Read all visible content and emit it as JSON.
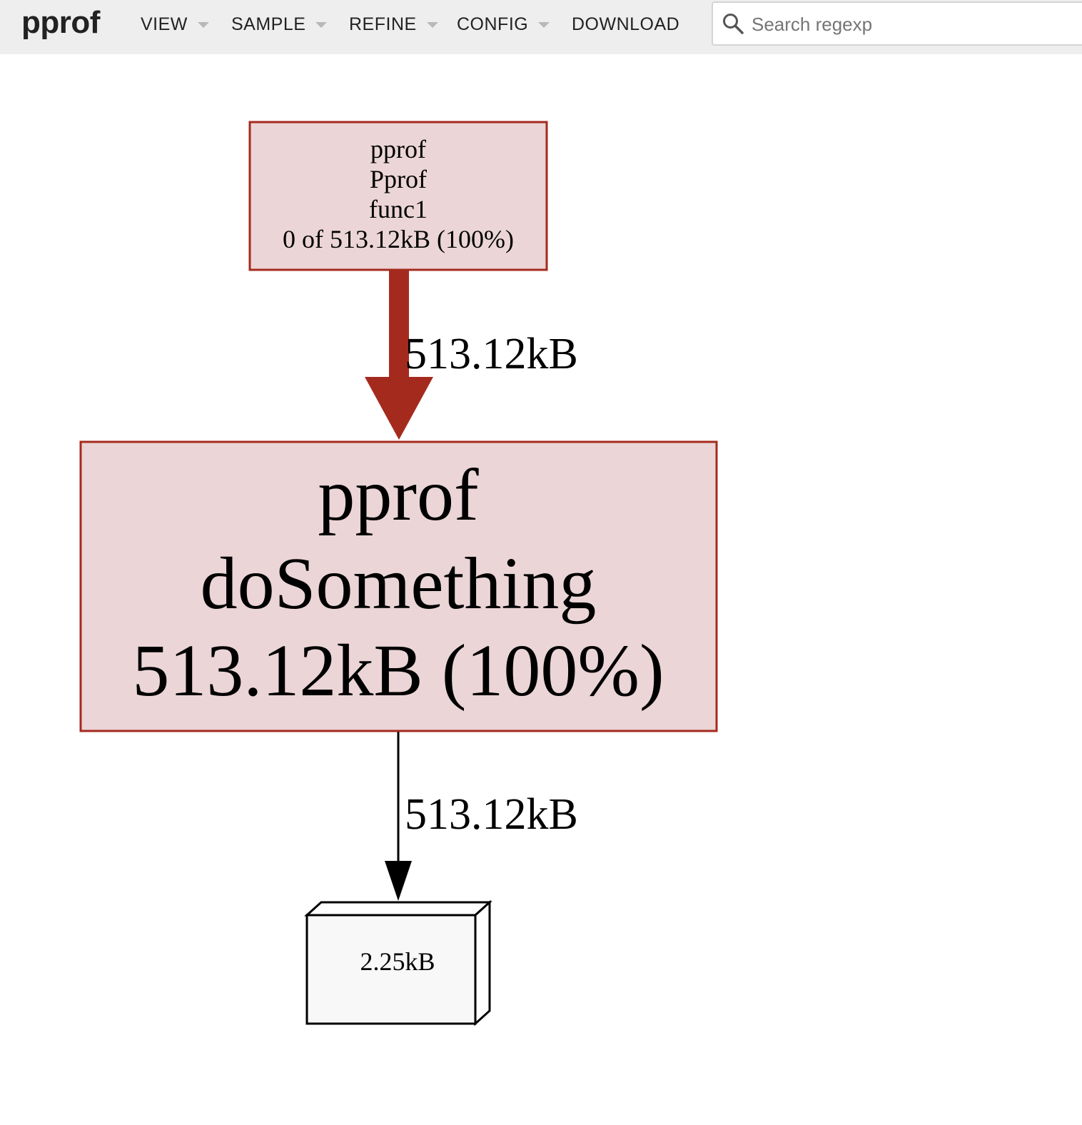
{
  "header": {
    "logo": "pprof",
    "menu": [
      {
        "label": "VIEW",
        "has_dropdown": true
      },
      {
        "label": "SAMPLE",
        "has_dropdown": true
      },
      {
        "label": "REFINE",
        "has_dropdown": true
      },
      {
        "label": "CONFIG",
        "has_dropdown": true
      },
      {
        "label": "DOWNLOAD",
        "has_dropdown": false
      }
    ],
    "search": {
      "placeholder": "Search regexp",
      "value": ""
    }
  },
  "graph": {
    "nodes": [
      {
        "id": "func1",
        "lines": [
          "pprof",
          "Pprof",
          "func1",
          "0 of 513.12kB (100%)"
        ],
        "fill": "#ebd5d6",
        "stroke": "#a52a1e"
      },
      {
        "id": "doSomething",
        "lines": [
          "pprof",
          "doSomething",
          "513.12kB (100%)"
        ],
        "fill": "#ebd5d6",
        "stroke": "#a52a1e"
      },
      {
        "id": "alloc",
        "lines": [
          "2.25kB"
        ],
        "fill": "#f8f8f8",
        "stroke": "#000000"
      }
    ],
    "edges": [
      {
        "from": "func1",
        "to": "doSomething",
        "label": "513.12kB",
        "color": "#a52a1e"
      },
      {
        "from": "doSomething",
        "to": "alloc",
        "label": "513.12kB",
        "color": "#000000"
      }
    ]
  }
}
